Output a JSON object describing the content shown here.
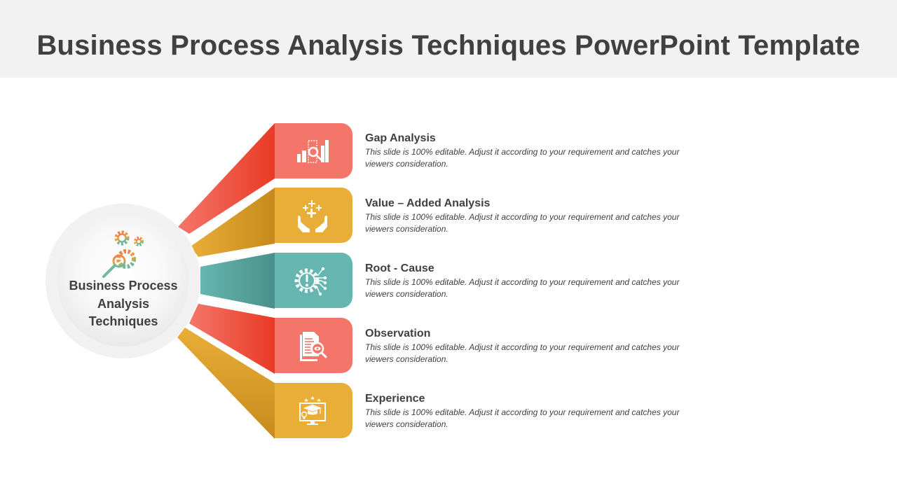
{
  "slide": {
    "title": "Business Process Analysis Techniques PowerPoint Template",
    "background": "#ffffff",
    "title_band_color": "#f2f2f2"
  },
  "hub": {
    "icon": "gears-magnifier-icon",
    "label": "Business Process Analysis Techniques"
  },
  "colors": {
    "coral": "#f4766a",
    "coral_dark": "#e93a25",
    "gold": "#e8ae37",
    "gold_dark": "#c78a1c",
    "teal": "#65b6b0",
    "teal_dark": "#4a8f8a",
    "text": "#404040"
  },
  "items": [
    {
      "title": "Gap Analysis",
      "description": "This slide is 100% editable. Adjust it according to your requirement and catches your viewers consideration.",
      "icon": "bar-chart-magnifier-icon",
      "color": "#f4766a"
    },
    {
      "title": "Value – Added Analysis",
      "description": "This slide is 100% editable. Adjust it according to your requirement and catches your viewers consideration.",
      "icon": "hands-sparkles-icon",
      "color": "#e8ae37"
    },
    {
      "title": "Root - Cause",
      "description": "This slide is 100% editable. Adjust it according to your requirement and catches your viewers consideration.",
      "icon": "gear-alert-circuit-icon",
      "color": "#65b6b0"
    },
    {
      "title": "Observation",
      "description": "This slide is 100% editable. Adjust it according to your requirement and catches your viewers consideration.",
      "icon": "document-eye-magnifier-icon",
      "color": "#f4766a"
    },
    {
      "title": "Experience",
      "description": "This slide is 100% editable. Adjust it according to your requirement and catches your viewers consideration.",
      "icon": "monitor-graduation-cap-icon",
      "color": "#e8ae37"
    }
  ]
}
